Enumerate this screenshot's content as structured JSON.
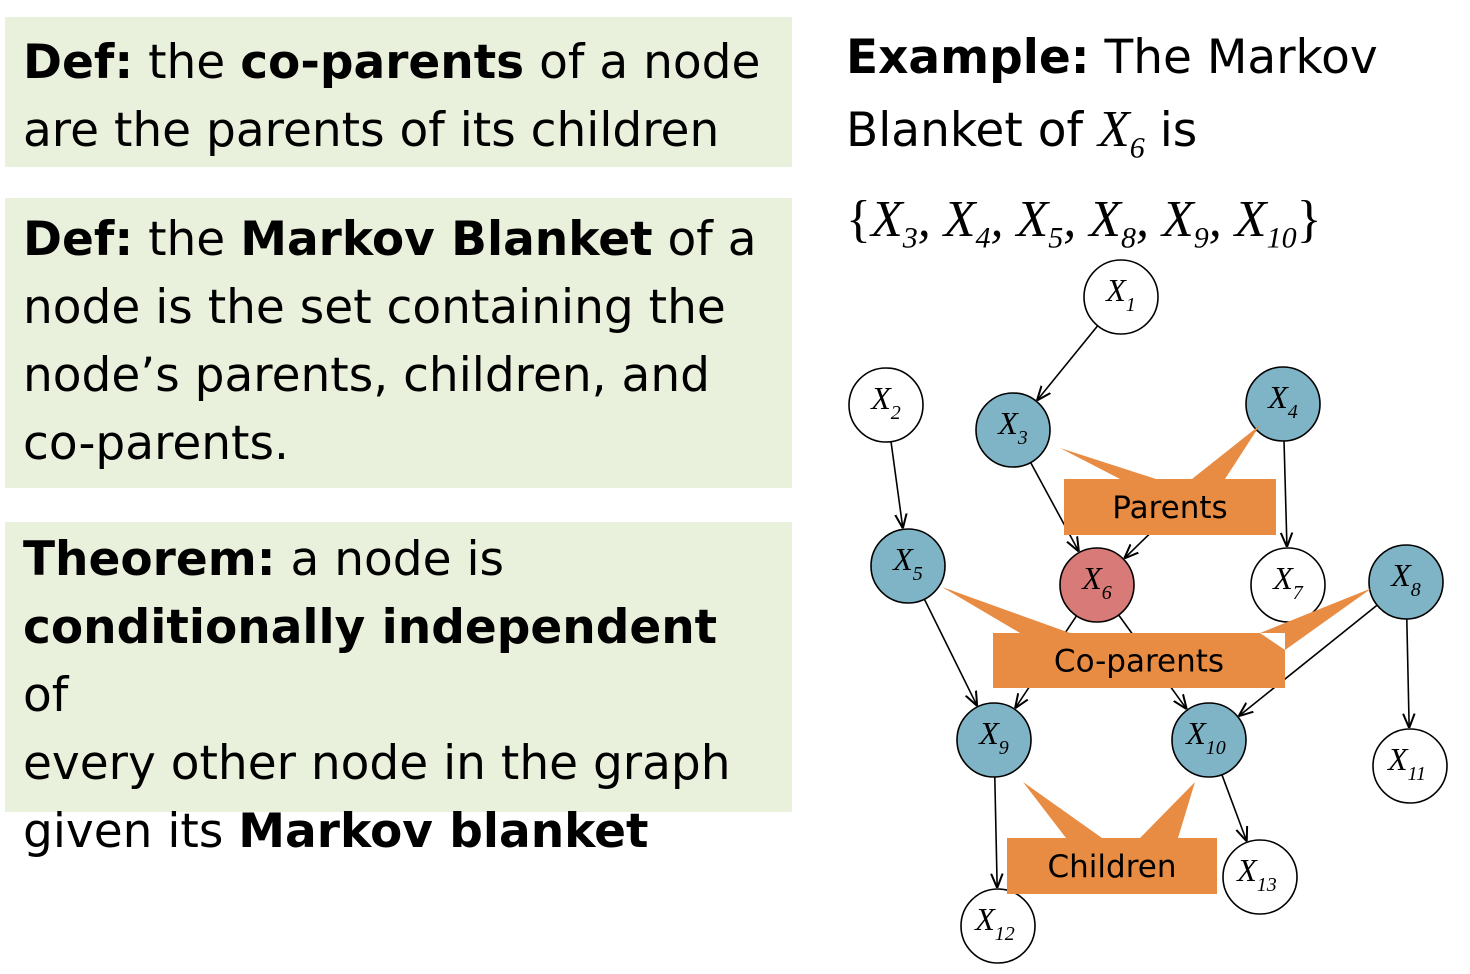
{
  "definitions": {
    "coparents": {
      "label": "Def:",
      "t1": "the",
      "term": "co-parents",
      "t2": "of a node",
      "line2": "are the parents of its children"
    },
    "markov_blanket": {
      "label": "Def:",
      "t1": "the",
      "term": "Markov Blanket",
      "t2": "of a",
      "line2": "node is the set containing the",
      "line3": "node’s parents, children, and",
      "line4": "co-parents."
    },
    "theorem": {
      "label": "Theorem:",
      "t1": "a node is",
      "term1": "conditionally independent",
      "t2": "of",
      "line3": "every other node in the graph",
      "t3": "given its",
      "term2": "Markov blanket"
    }
  },
  "example": {
    "label": "Example:",
    "t1": "The Markov",
    "t2": "Blanket of",
    "var": "X",
    "var_sub": "6",
    "t3": "is",
    "set_open": "{",
    "set_close": "}",
    "set_items": [
      {
        "var": "X",
        "sub": "3"
      },
      {
        "var": "X",
        "sub": "4"
      },
      {
        "var": "X",
        "sub": "5"
      },
      {
        "var": "X",
        "sub": "8"
      },
      {
        "var": "X",
        "sub": "9"
      },
      {
        "var": "X",
        "sub": "10"
      }
    ]
  },
  "graph": {
    "colors": {
      "blanket": "#7fb4c6",
      "target": "#d77a78",
      "other": "#ffffff",
      "callout": "#e88b43"
    },
    "nodes": [
      {
        "id": "X1",
        "var": "X",
        "sub": "1",
        "role": "other"
      },
      {
        "id": "X2",
        "var": "X",
        "sub": "2",
        "role": "other"
      },
      {
        "id": "X3",
        "var": "X",
        "sub": "3",
        "role": "blanket"
      },
      {
        "id": "X4",
        "var": "X",
        "sub": "4",
        "role": "blanket"
      },
      {
        "id": "X5",
        "var": "X",
        "sub": "5",
        "role": "blanket"
      },
      {
        "id": "X6",
        "var": "X",
        "sub": "6",
        "role": "target"
      },
      {
        "id": "X7",
        "var": "X",
        "sub": "7",
        "role": "other"
      },
      {
        "id": "X8",
        "var": "X",
        "sub": "8",
        "role": "blanket"
      },
      {
        "id": "X9",
        "var": "X",
        "sub": "9",
        "role": "blanket"
      },
      {
        "id": "X10",
        "var": "X",
        "sub": "10",
        "role": "blanket"
      },
      {
        "id": "X11",
        "var": "X",
        "sub": "11",
        "role": "other"
      },
      {
        "id": "X12",
        "var": "X",
        "sub": "12",
        "role": "other"
      },
      {
        "id": "X13",
        "var": "X",
        "sub": "13",
        "role": "other"
      }
    ],
    "edges": [
      [
        "X1",
        "X3"
      ],
      [
        "X2",
        "X5"
      ],
      [
        "X3",
        "X6"
      ],
      [
        "X4",
        "X6"
      ],
      [
        "X4",
        "X7"
      ],
      [
        "X5",
        "X9"
      ],
      [
        "X6",
        "X9"
      ],
      [
        "X6",
        "X10"
      ],
      [
        "X8",
        "X10"
      ],
      [
        "X8",
        "X11"
      ],
      [
        "X9",
        "X12"
      ],
      [
        "X10",
        "X13"
      ]
    ],
    "callouts": {
      "parents": "Parents",
      "coparents": "Co-parents",
      "children": "Children"
    }
  }
}
